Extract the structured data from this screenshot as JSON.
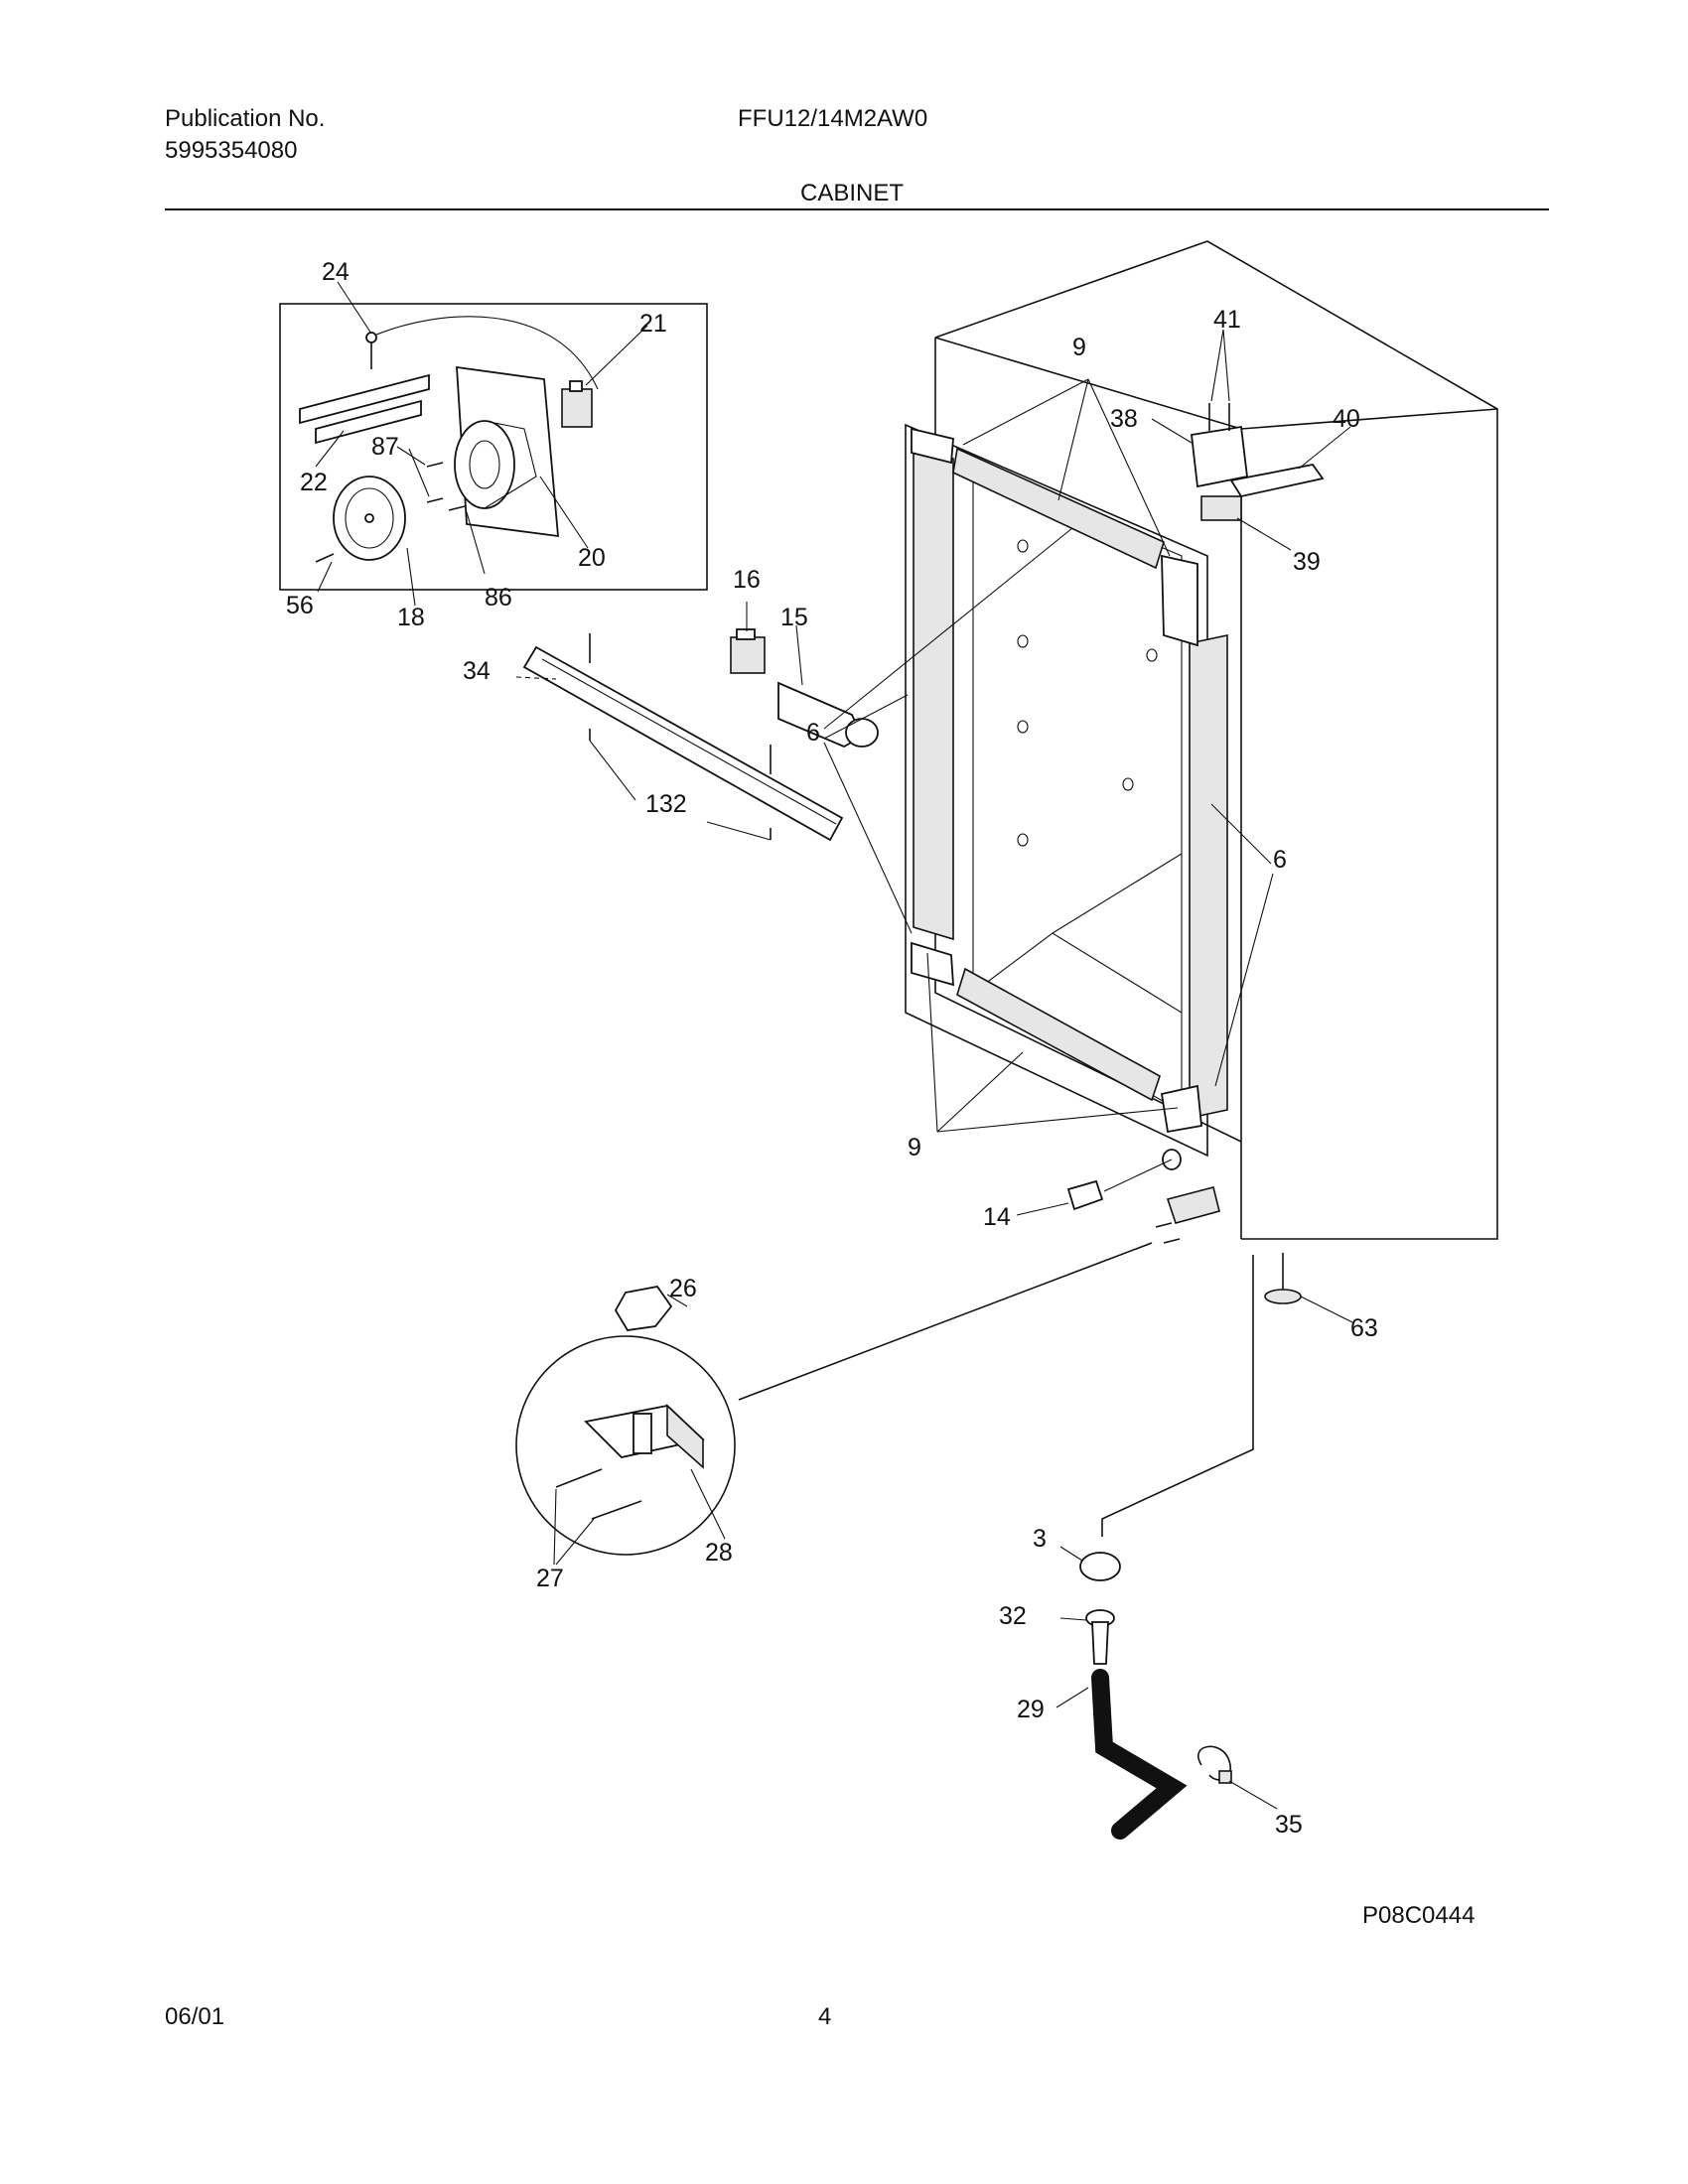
{
  "header": {
    "publication_label": "Publication No.",
    "publication_number": "5995354080",
    "model": "FFU12/14M2AW0",
    "section": "CABINET"
  },
  "diagram": {
    "drawing_code": "P08C0444",
    "callouts": [
      "24",
      "21",
      "87",
      "22",
      "20",
      "56",
      "18",
      "86",
      "16",
      "15",
      "34",
      "132",
      "6",
      "9",
      "41",
      "38",
      "40",
      "39",
      "14",
      "26",
      "27",
      "28",
      "63",
      "3",
      "32",
      "29",
      "35"
    ]
  },
  "footer": {
    "date": "06/01",
    "page": "4"
  }
}
